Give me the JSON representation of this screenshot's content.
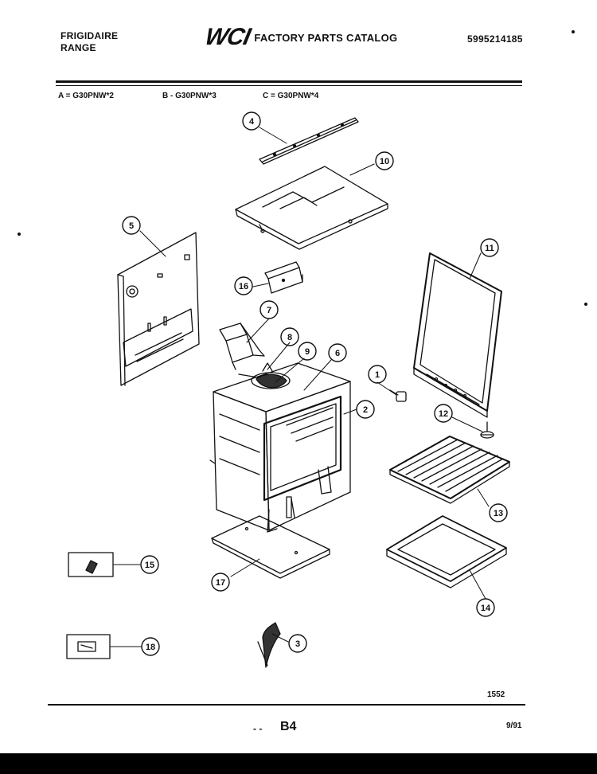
{
  "header": {
    "brand_line1": "FRIGIDAIRE",
    "brand_line2": "RANGE",
    "logo_text": "WCI",
    "catalog_title": "FACTORY PARTS CATALOG",
    "part_number": "5995214185"
  },
  "models": [
    {
      "label": "A = G30PNW*2"
    },
    {
      "label": "B - G30PNW*3"
    },
    {
      "label": "C = G30PNW*4"
    }
  ],
  "callouts": [
    "4",
    "10",
    "5",
    "16",
    "11",
    "7",
    "8",
    "9",
    "6",
    "1",
    "2",
    "12",
    "13",
    "15",
    "17",
    "14",
    "3",
    "18"
  ],
  "footer": {
    "figure_number": "1552",
    "dashes": "- -",
    "page_label": "B4",
    "date": "9/91"
  },
  "colors": {
    "ink": "#111111",
    "paper": "#ffffff",
    "frame": "#000000"
  }
}
